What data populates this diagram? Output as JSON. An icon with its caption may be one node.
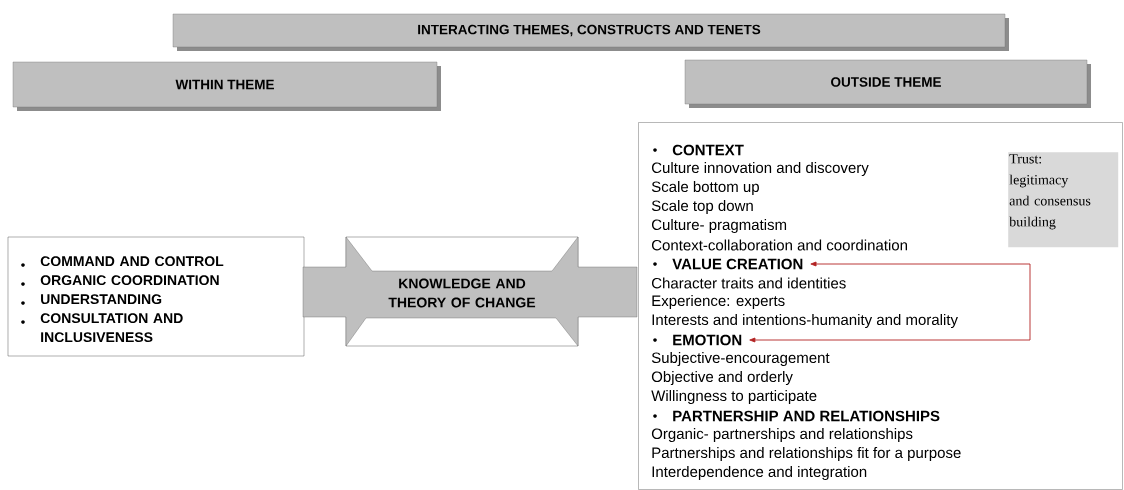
{
  "diagram": {
    "title": "INTERACTING THEMES, CONSTRUCTS AND TENETS",
    "nodes": [
      {
        "text": [
          "WITHIN THEME"
        ]
      },
      {
        "text": [
          "OUTSIDE THEME"
        ]
      },
      {
        "text": [
          "COMMAND AND CONTROL",
          "ORGANIC COORDINATION",
          "UNDERSTANDING",
          "CONSULTATION AND INCLUSIVENESS"
        ]
      },
      {
        "text": [
          "KNOWLEDGE AND THEORY OF CHANGE"
        ]
      },
      {
        "text": [],
        "shape": "box"
      },
      {
        "text": [
          "CONTEXT"
        ],
        "in": 4,
        "beside": [
          "Culture innovation and discovery",
          "Scale bottom up",
          "Scale top down",
          "Culture- pragmatism",
          "Context-collaboration and coordination"
        ]
      },
      {
        "text": [
          "VALUE CREATION"
        ],
        "in": 4,
        "beside": [
          "Character traits and identities",
          "Experience: experts",
          "Interests and intentions-humanity and morality"
        ]
      },
      {
        "text": [
          "EMOTION"
        ],
        "in": 4,
        "beside": [
          "Subjective-encouragement",
          "Objective and orderly",
          "Willingness to participate"
        ]
      },
      {
        "text": [
          "PARTNERSHIP AND RELATIONSHIPS"
        ],
        "in": 4,
        "beside": [
          "Organic- partnerships and relationships",
          "Partnerships and relationships fit for a purpose",
          "Interdependence and integration"
        ]
      },
      {
        "text": [
          "Trust: legitimacy and consensus building"
        ],
        "in": 4
      }
    ],
    "edges": [
      {
        "from": 6,
        "to": 7,
        "arrow": "both",
        "color": "#b22222"
      }
    ]
  }
}
